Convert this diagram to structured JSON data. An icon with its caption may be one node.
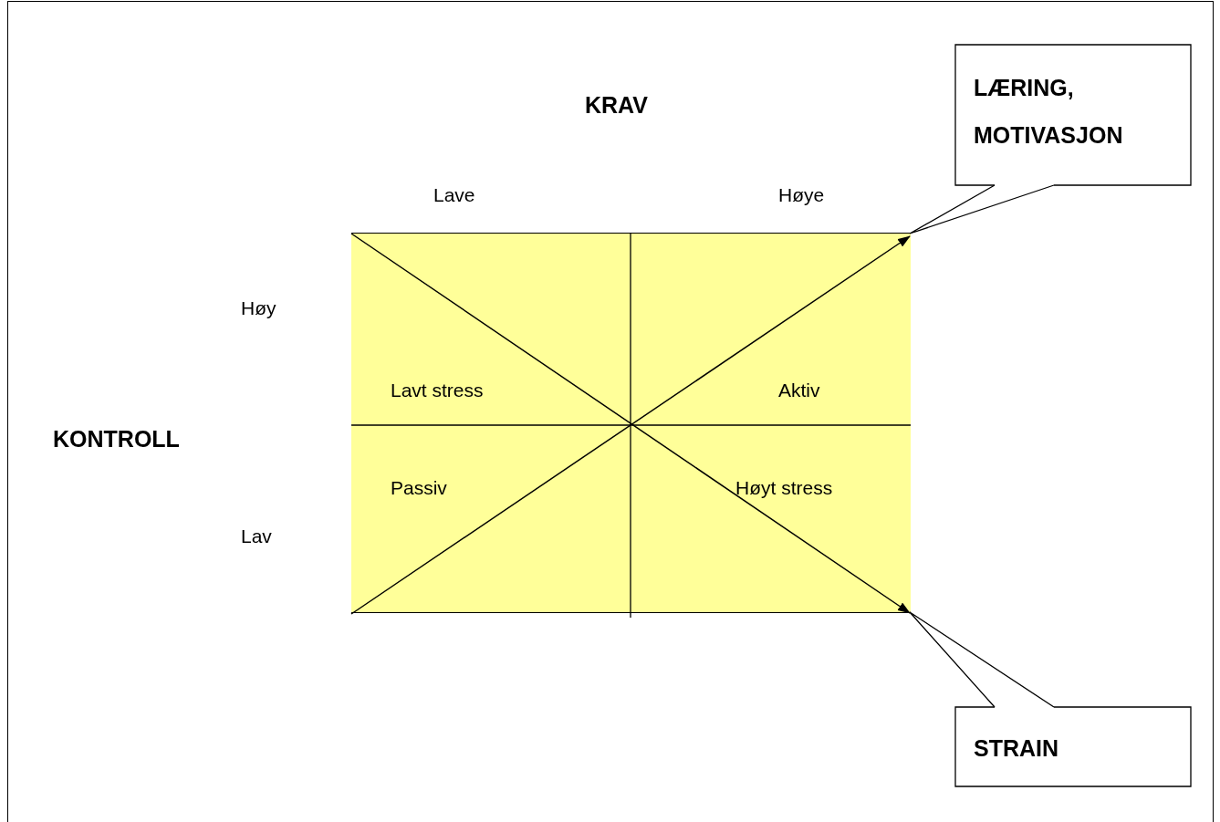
{
  "diagram": {
    "nodes": [
      {
        "text": [
          "LÆRING, MOTIVASJON"
        ]
      },
      {
        "text": [],
        "shape": "box"
      },
      {
        "text": [
          "Lavt stress"
        ],
        "in": 1
      },
      {
        "text": [
          "Aktiv"
        ],
        "in": 1
      },
      {
        "text": [
          "Passiv"
        ],
        "in": 1
      },
      {
        "text": [
          "Høyt stress"
        ],
        "in": 1
      },
      {
        "text": [
          "STRAIN"
        ]
      }
    ],
    "edges": [
      {
        "from": 0,
        "to": 1,
        "arrow": "none"
      },
      {
        "from": 6,
        "to": 1,
        "arrow": "none"
      }
    ],
    "labels": [
      "KRAV",
      "Lave",
      "Høye",
      "Høy",
      "KONTROLL",
      "Lav"
    ]
  }
}
